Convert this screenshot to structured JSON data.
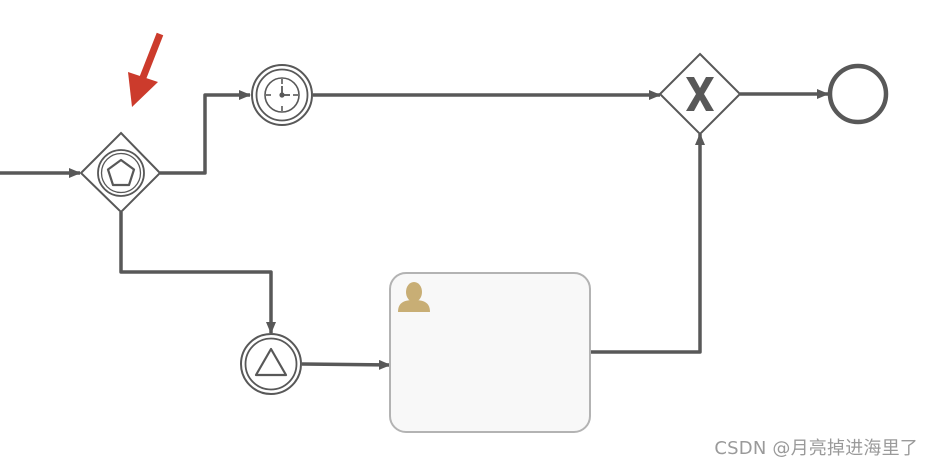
{
  "diagram": {
    "watermark": "CSDN @月亮掉进海里了",
    "colors": {
      "stroke": "#585858",
      "arrow": "#585858",
      "task_fill": "#f8f8f8",
      "task_stroke": "#b3b3b3",
      "annotation_arrow": "#cc3b2c",
      "user_icon": "#c8ae75"
    },
    "nodes": [
      {
        "id": "event-based-gateway",
        "icon": "pentagon-icon"
      },
      {
        "id": "timer-catch-event",
        "icon": "clock-icon"
      },
      {
        "id": "signal-catch-event",
        "icon": "triangle-icon"
      },
      {
        "id": "user-task",
        "icon": "user-icon",
        "label": ""
      },
      {
        "id": "exclusive-gateway",
        "icon": "x-icon"
      },
      {
        "id": "end-event",
        "icon": ""
      }
    ],
    "flows": [
      {
        "from": "start",
        "to": "event-based-gateway"
      },
      {
        "from": "event-based-gateway",
        "to": "timer-catch-event"
      },
      {
        "from": "event-based-gateway",
        "to": "signal-catch-event"
      },
      {
        "from": "timer-catch-event",
        "to": "exclusive-gateway"
      },
      {
        "from": "signal-catch-event",
        "to": "user-task"
      },
      {
        "from": "user-task",
        "to": "exclusive-gateway"
      },
      {
        "from": "exclusive-gateway",
        "to": "end-event"
      }
    ]
  }
}
